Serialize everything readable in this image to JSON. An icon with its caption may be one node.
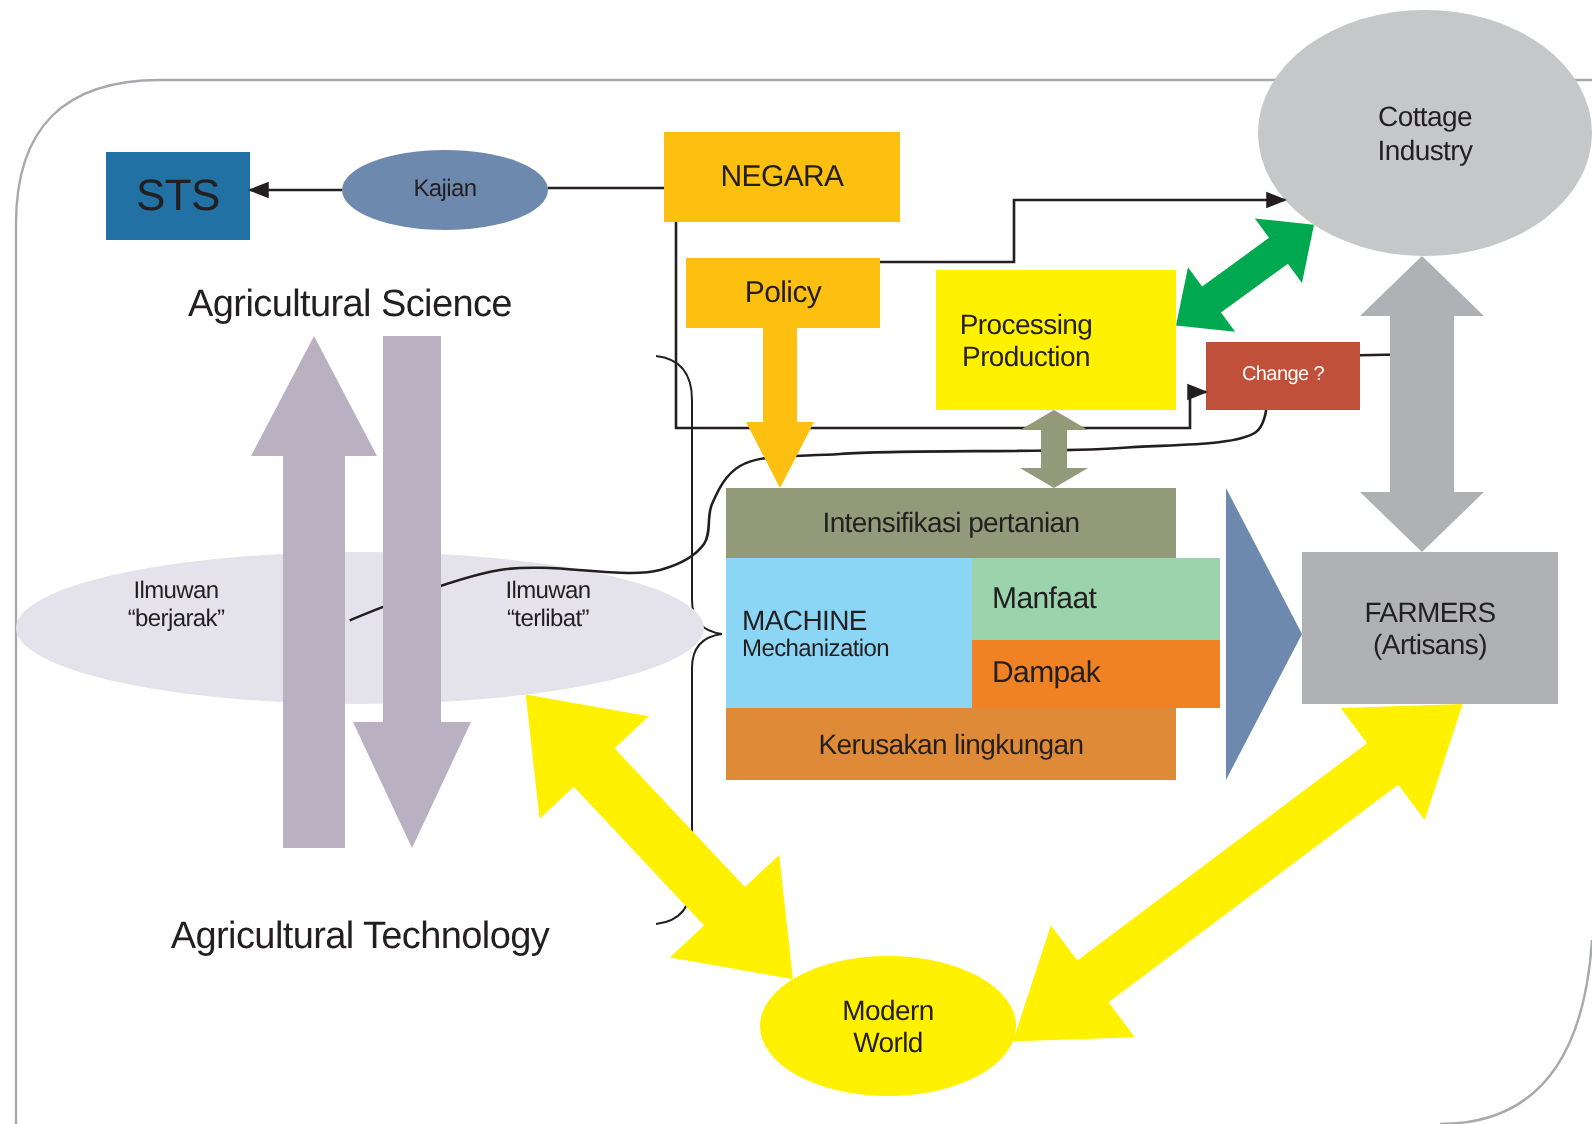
{
  "diagram": {
    "nodes": [
      {
        "text": [
          "STS"
        ]
      },
      {
        "text": [
          "Kajian"
        ]
      },
      {
        "text": [
          "NEGARA"
        ]
      },
      {
        "text": [
          "Policy"
        ]
      },
      {
        "text": [
          "Processing Production"
        ]
      },
      {
        "text": [
          "Cottage Industry"
        ]
      },
      {
        "text": [
          "Change ?"
        ]
      },
      {
        "text": [
          "Agricultural Science"
        ]
      },
      {
        "text": [
          "Ilmuwan “berjarak”",
          "Ilmuwan “terlibat”"
        ]
      },
      {
        "text": [
          "Agricultural Technology"
        ]
      },
      {
        "text": [
          "Intensifikasi pertanian"
        ]
      },
      {
        "text": [
          "MACHINE",
          "Mechanization"
        ]
      },
      {
        "text": [
          "Manfaat"
        ]
      },
      {
        "text": [
          "Dampak"
        ]
      },
      {
        "text": [
          "Kerusakan lingkungan"
        ]
      },
      {
        "text": [
          "FARMERS (Artisans)"
        ]
      },
      {
        "text": [
          "Modern World"
        ]
      }
    ],
    "edges": [
      {
        "from": 2,
        "to": 1,
        "arrow": "none"
      },
      {
        "from": 1,
        "to": 0,
        "arrow": "to"
      },
      {
        "from": 3,
        "to": 5,
        "arrow": "to"
      },
      {
        "from": 2,
        "to": 6,
        "arrow": "to"
      },
      {
        "from": 6,
        "to": null,
        "arrow": "to"
      },
      {
        "from": 8,
        "to": 6,
        "arrow": "none"
      },
      {
        "from": 3,
        "to": 10,
        "arrow": "to",
        "style": "thick",
        "color": "#fdc010"
      },
      {
        "from": 4,
        "to": 10,
        "arrow": "both",
        "style": "thick",
        "color": "#939a79"
      },
      {
        "from": 4,
        "to": 5,
        "arrow": "both",
        "style": "thick",
        "color": "#00a94f"
      },
      {
        "from": 5,
        "to": 15,
        "arrow": "both",
        "style": "thick",
        "color": "#b0b1b4"
      },
      {
        "from": 9,
        "to": 7,
        "arrow": "to",
        "style": "thick",
        "color": "#b9b0c1"
      },
      {
        "from": 7,
        "to": 9,
        "arrow": "to",
        "style": "thick",
        "color": "#b9b0c1"
      },
      {
        "from": 8,
        "to": 16,
        "arrow": "both",
        "style": "thick",
        "color": "#fff100"
      },
      {
        "from": 16,
        "to": 15,
        "arrow": "both",
        "style": "thick",
        "color": "#fff100"
      },
      {
        "from": 12,
        "to": 15,
        "arrow": "to",
        "style": "thick",
        "color": "#6e89ae"
      }
    ]
  }
}
